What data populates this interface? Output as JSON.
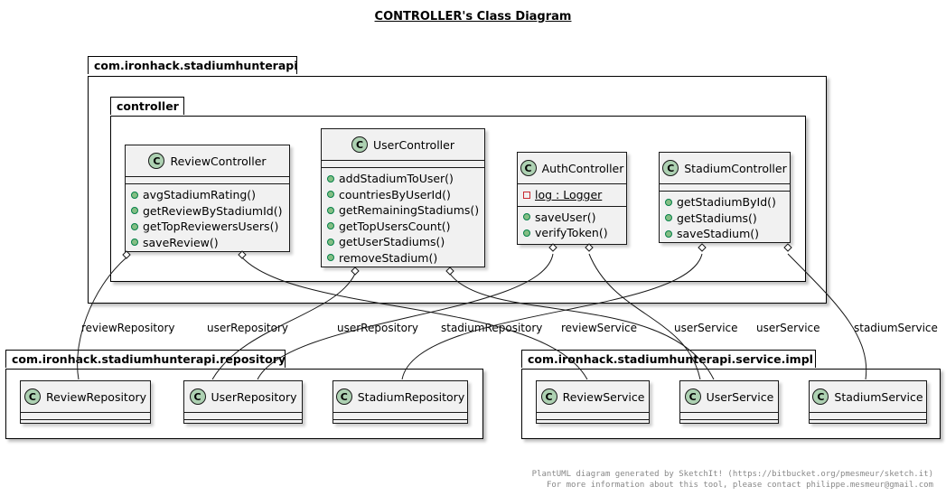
{
  "title": "CONTROLLER's Class Diagram",
  "packages": {
    "api": "com.ironhack.stadiumhunterapi",
    "controller": "controller",
    "repository": "com.ironhack.stadiumhunterapi.repository",
    "service_impl": "com.ironhack.stadiumhunterapi.service.impl"
  },
  "class_icon": "C",
  "classes": {
    "review_controller": {
      "name": "ReviewController",
      "methods": [
        "avgStadiumRating()",
        "getReviewByStadiumId()",
        "getTopReviewersUsers()",
        "saveReview()"
      ]
    },
    "user_controller": {
      "name": "UserController",
      "methods": [
        "addStadiumToUser()",
        "countriesByUserId()",
        "getRemainingStadiums()",
        "getTopUsersCount()",
        "getUserStadiums()",
        "removeStadium()"
      ]
    },
    "auth_controller": {
      "name": "AuthController",
      "fields": [
        "log : Logger"
      ],
      "methods": [
        "saveUser()",
        "verifyToken()"
      ]
    },
    "stadium_controller": {
      "name": "StadiumController",
      "methods": [
        "getStadiumById()",
        "getStadiums()",
        "saveStadium()"
      ]
    },
    "review_repository": {
      "name": "ReviewRepository"
    },
    "user_repository": {
      "name": "UserRepository"
    },
    "stadium_repository": {
      "name": "StadiumRepository"
    },
    "review_service": {
      "name": "ReviewService"
    },
    "user_service": {
      "name": "UserService"
    },
    "stadium_service": {
      "name": "StadiumService"
    }
  },
  "relations": [
    {
      "from": "ReviewController",
      "to": "ReviewRepository",
      "label": "reviewRepository"
    },
    {
      "from": "ReviewController",
      "to": "ReviewService",
      "label": "reviewService"
    },
    {
      "from": "UserController",
      "to": "UserRepository",
      "label": "userRepository"
    },
    {
      "from": "UserController",
      "to": "UserService",
      "label": "userService"
    },
    {
      "from": "AuthController",
      "to": "UserRepository",
      "label": "userRepository"
    },
    {
      "from": "AuthController",
      "to": "UserService",
      "label": "userService"
    },
    {
      "from": "StadiumController",
      "to": "StadiumRepository",
      "label": "stadiumRepository"
    },
    {
      "from": "StadiumController",
      "to": "StadiumService",
      "label": "stadiumService"
    }
  ],
  "footer": {
    "line1": "PlantUML diagram generated by SketchIt! (https://bitbucket.org/pmesmeur/sketch.it)",
    "line2": "For more information about this tool, please contact philippe.mesmeur@gmail.com"
  },
  "colors": {
    "class_fill": "#f1f1f1",
    "class_icon": "#add1b2",
    "public_marker": "#84be84",
    "private_marker": "#c82930"
  }
}
